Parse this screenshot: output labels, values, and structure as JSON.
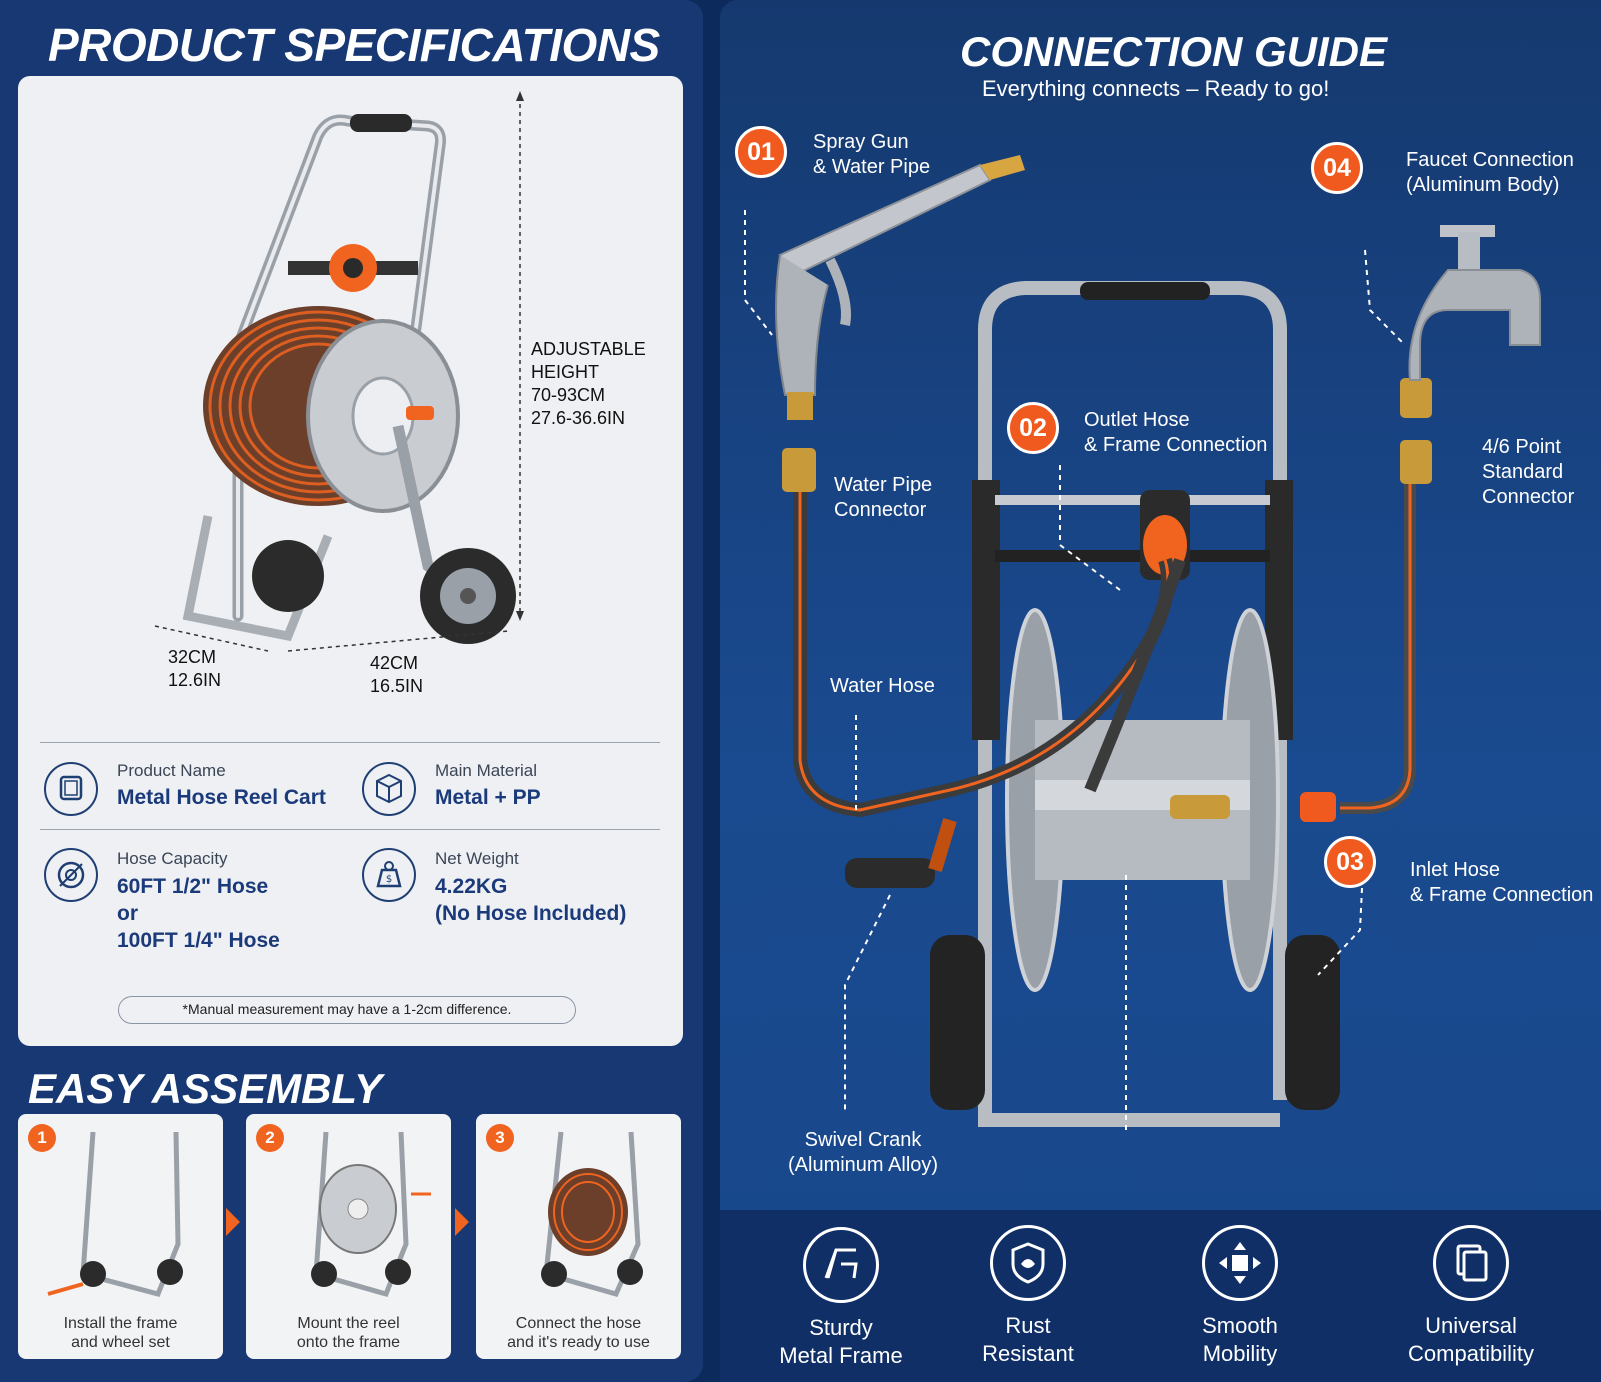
{
  "specs": {
    "title": "PRODUCT SPECIFICATIONS",
    "height_label": [
      "ADJUSTABLE",
      "HEIGHT",
      "70-93CM",
      "27.6-36.6IN"
    ],
    "depth_label": [
      "32CM",
      "12.6IN"
    ],
    "width_label": [
      "42CM",
      "16.5IN"
    ],
    "items": [
      {
        "label": "Product Name",
        "value": "Metal Hose Reel Cart",
        "icon": "frame-icon"
      },
      {
        "label": "Main Material",
        "value": "Metal + PP",
        "icon": "cube-icon"
      },
      {
        "label": "Hose Capacity",
        "value_lines": [
          "60FT 1/2\" Hose",
          "or",
          "100FT 1/4\" Hose"
        ],
        "icon": "hose-icon"
      },
      {
        "label": "Net Weight",
        "value_lines": [
          "4.22KG",
          "(No Hose Included)"
        ],
        "icon": "weight-icon"
      }
    ],
    "note": "*Manual measurement may have a 1-2cm difference."
  },
  "assembly": {
    "title": "EASY ASSEMBLY",
    "steps": [
      {
        "num": "1",
        "lines": [
          "Install the frame",
          "and wheel set"
        ]
      },
      {
        "num": "2",
        "lines": [
          "Mount the reel",
          "onto the frame"
        ]
      },
      {
        "num": "3",
        "lines": [
          "Connect the hose",
          "and it's ready to use"
        ]
      }
    ]
  },
  "guide": {
    "title": "CONNECTION GUIDE",
    "subtitle": "Everything connects – Ready to go!",
    "callouts": [
      {
        "num": "01",
        "lines": [
          "Spray Gun",
          "& Water Pipe"
        ]
      },
      {
        "num": "02",
        "lines": [
          "Outlet Hose",
          "& Frame Connection"
        ]
      },
      {
        "num": "03",
        "lines": [
          "Inlet Hose",
          "& Frame Connection"
        ]
      },
      {
        "num": "04",
        "lines": [
          "Faucet Connection",
          "(Aluminum Body)"
        ]
      }
    ],
    "labels": {
      "water_pipe_connector": [
        "Water Pipe",
        "Connector"
      ],
      "standard_connector": [
        "4/6 Point",
        "Standard",
        "Connector"
      ],
      "water_hose": "Water Hose",
      "swivel_crank": [
        "Swivel Crank",
        "(Aluminum Alloy)"
      ]
    }
  },
  "features": [
    {
      "lines": [
        "Sturdy",
        "Metal Frame"
      ],
      "icon": "frame-icon"
    },
    {
      "lines": [
        "Rust",
        "Resistant"
      ],
      "icon": "shield-icon"
    },
    {
      "lines": [
        "Smooth",
        "Mobility"
      ],
      "icon": "move-arrows-icon"
    },
    {
      "lines": [
        "Universal",
        "Compatibility"
      ],
      "icon": "copy-icon"
    }
  ],
  "colors": {
    "accent": "#f05a1f",
    "navy": "#173873",
    "card": "#eef0f4"
  }
}
